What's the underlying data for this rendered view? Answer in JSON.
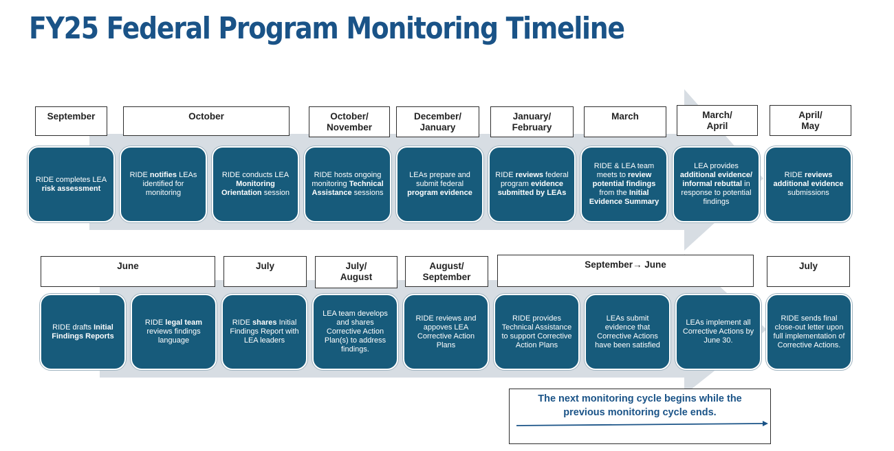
{
  "title": "FY25 Federal Program Monitoring Timeline",
  "colors": {
    "title": "#1a5387",
    "step_fill": "#175b7b",
    "arrow_band": "#d7dde3"
  },
  "row1": {
    "months": [
      "September",
      "October",
      "October/\nNovember",
      "December/\nJanuary",
      "January/\nFebruary",
      "March",
      "March/\nApril",
      "April/\nMay"
    ],
    "steps": [
      [
        {
          "t": "RIDE completes LEA "
        },
        {
          "t": "risk assessment",
          "b": true
        }
      ],
      [
        {
          "t": "RIDE "
        },
        {
          "t": "notifies",
          "b": true
        },
        {
          "t": " LEAs identified for monitoring"
        }
      ],
      [
        {
          "t": "RIDE conducts LEA "
        },
        {
          "t": "Monitoring Orientation",
          "b": true
        },
        {
          "t": " session"
        }
      ],
      [
        {
          "t": "RIDE hosts ongoing monitoring "
        },
        {
          "t": "Technical Assistance",
          "b": true
        },
        {
          "t": " sessions"
        }
      ],
      [
        {
          "t": "LEAs prepare and submit federal "
        },
        {
          "t": "program evidence",
          "b": true
        }
      ],
      [
        {
          "t": "RIDE "
        },
        {
          "t": "reviews",
          "b": true
        },
        {
          "t": " federal program "
        },
        {
          "t": "evidence submitted by LEAs",
          "b": true
        }
      ],
      [
        {
          "t": "RIDE & LEA team meets to "
        },
        {
          "t": "review potential findings",
          "b": true
        },
        {
          "t": " from the "
        },
        {
          "t": "Initial Evidence Summary",
          "b": true
        }
      ],
      [
        {
          "t": "LEA provides "
        },
        {
          "t": "additional evidence/ informal rebuttal",
          "b": true
        },
        {
          "t": " in response to potential findings"
        }
      ],
      [
        {
          "t": "RIDE "
        },
        {
          "t": "reviews additional evidence",
          "b": true
        },
        {
          "t": " submissions"
        }
      ]
    ]
  },
  "row2": {
    "months": [
      "June",
      "July",
      "July/\nAugust",
      "August/\nSeptember",
      "September→ June",
      "July"
    ],
    "steps": [
      [
        {
          "t": "RIDE drafts "
        },
        {
          "t": "Initial Findings Reports",
          "b": true
        }
      ],
      [
        {
          "t": "RIDE "
        },
        {
          "t": "legal team",
          "b": true
        },
        {
          "t": " reviews findings language"
        }
      ],
      [
        {
          "t": "RIDE "
        },
        {
          "t": "shares",
          "b": true
        },
        {
          "t": " Initial Findings Report with LEA leaders"
        }
      ],
      [
        {
          "t": "LEA team develops and shares Corrective Action Plan(s) to address findings."
        }
      ],
      [
        {
          "t": "RIDE reviews and appoves LEA Corrective Action Plans"
        }
      ],
      [
        {
          "t": "RIDE  provides Technical Assistance to support Corrective Action Plans"
        }
      ],
      [
        {
          "t": "LEAs submit evidence that Corrective Actions have been satisfied"
        }
      ],
      [
        {
          "t": "LEAs implement all Corrective Actions by June 30."
        }
      ],
      [
        {
          "t": "RIDE sends final close-out letter upon full implementation of Corrective Actions."
        }
      ]
    ]
  },
  "note": {
    "line1": "The next monitoring cycle begins while the",
    "line2": "previous monitoring cycle ends."
  }
}
